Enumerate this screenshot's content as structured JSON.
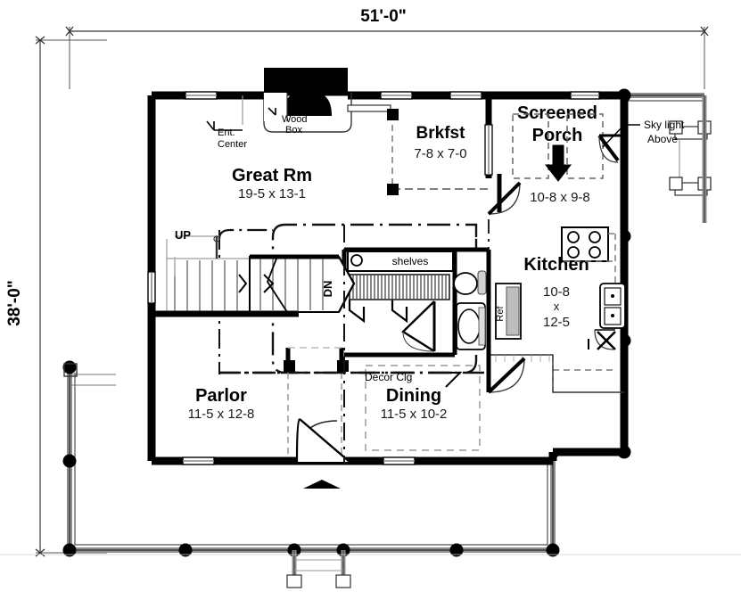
{
  "plan": {
    "overall_width_label": "51'-0\"",
    "overall_depth_label": "38'-0\"",
    "rooms": [
      {
        "key": "great_room",
        "name": "Great Rm",
        "dimensions": "19-5 x 13-1"
      },
      {
        "key": "breakfast",
        "name": "Brkfst",
        "dimensions": "7-8 x 7-0"
      },
      {
        "key": "screened_porch",
        "name_line1": "Screened",
        "name_line2": "Porch",
        "dimensions": "10-8 x 9-8"
      },
      {
        "key": "kitchen",
        "name": "Kitchen",
        "dim_line1": "10-8",
        "dim_line2": "x",
        "dim_line3": "12-5"
      },
      {
        "key": "parlor",
        "name": "Parlor",
        "dimensions": "11-5 x 12-8"
      },
      {
        "key": "dining",
        "name": "Dining",
        "dimensions": "11-5 x 10-2"
      }
    ],
    "annotations": [
      {
        "key": "ent_center",
        "line1": "Ent.",
        "line2": "Center"
      },
      {
        "key": "wood_box",
        "line1": "Wood",
        "line2": "Box"
      },
      {
        "key": "sky_light",
        "line1": "Sky light",
        "line2": "Above"
      },
      {
        "key": "shelves",
        "text": "shelves"
      },
      {
        "key": "decor_clg",
        "text": "Decor Clg"
      },
      {
        "key": "stair_up",
        "text": "UP"
      },
      {
        "key": "stair_down",
        "text": "DN"
      },
      {
        "key": "refrigerator",
        "text": "Ref"
      }
    ],
    "colors": {
      "wall": "#000000",
      "line": "#1a1a1a",
      "light": "#9a9a9a",
      "fill": "#ffffff",
      "dash": "#555555"
    }
  }
}
